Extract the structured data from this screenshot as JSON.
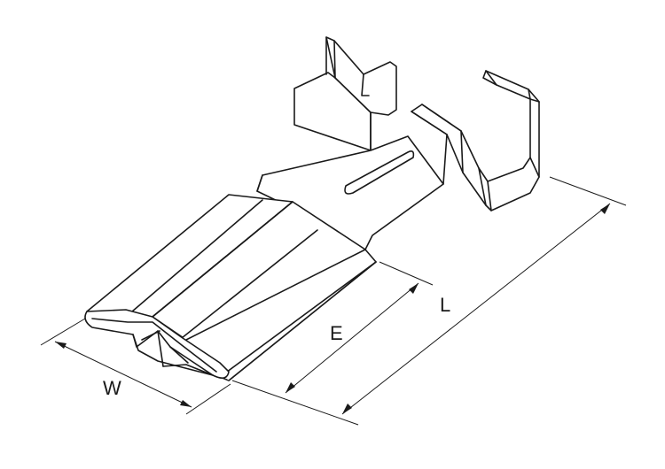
{
  "drawing": {
    "line_color": "#1a1a1a",
    "background": "#ffffff",
    "dimensions": {
      "width_label": "W",
      "engagement_label": "E",
      "length_label": "L"
    }
  }
}
